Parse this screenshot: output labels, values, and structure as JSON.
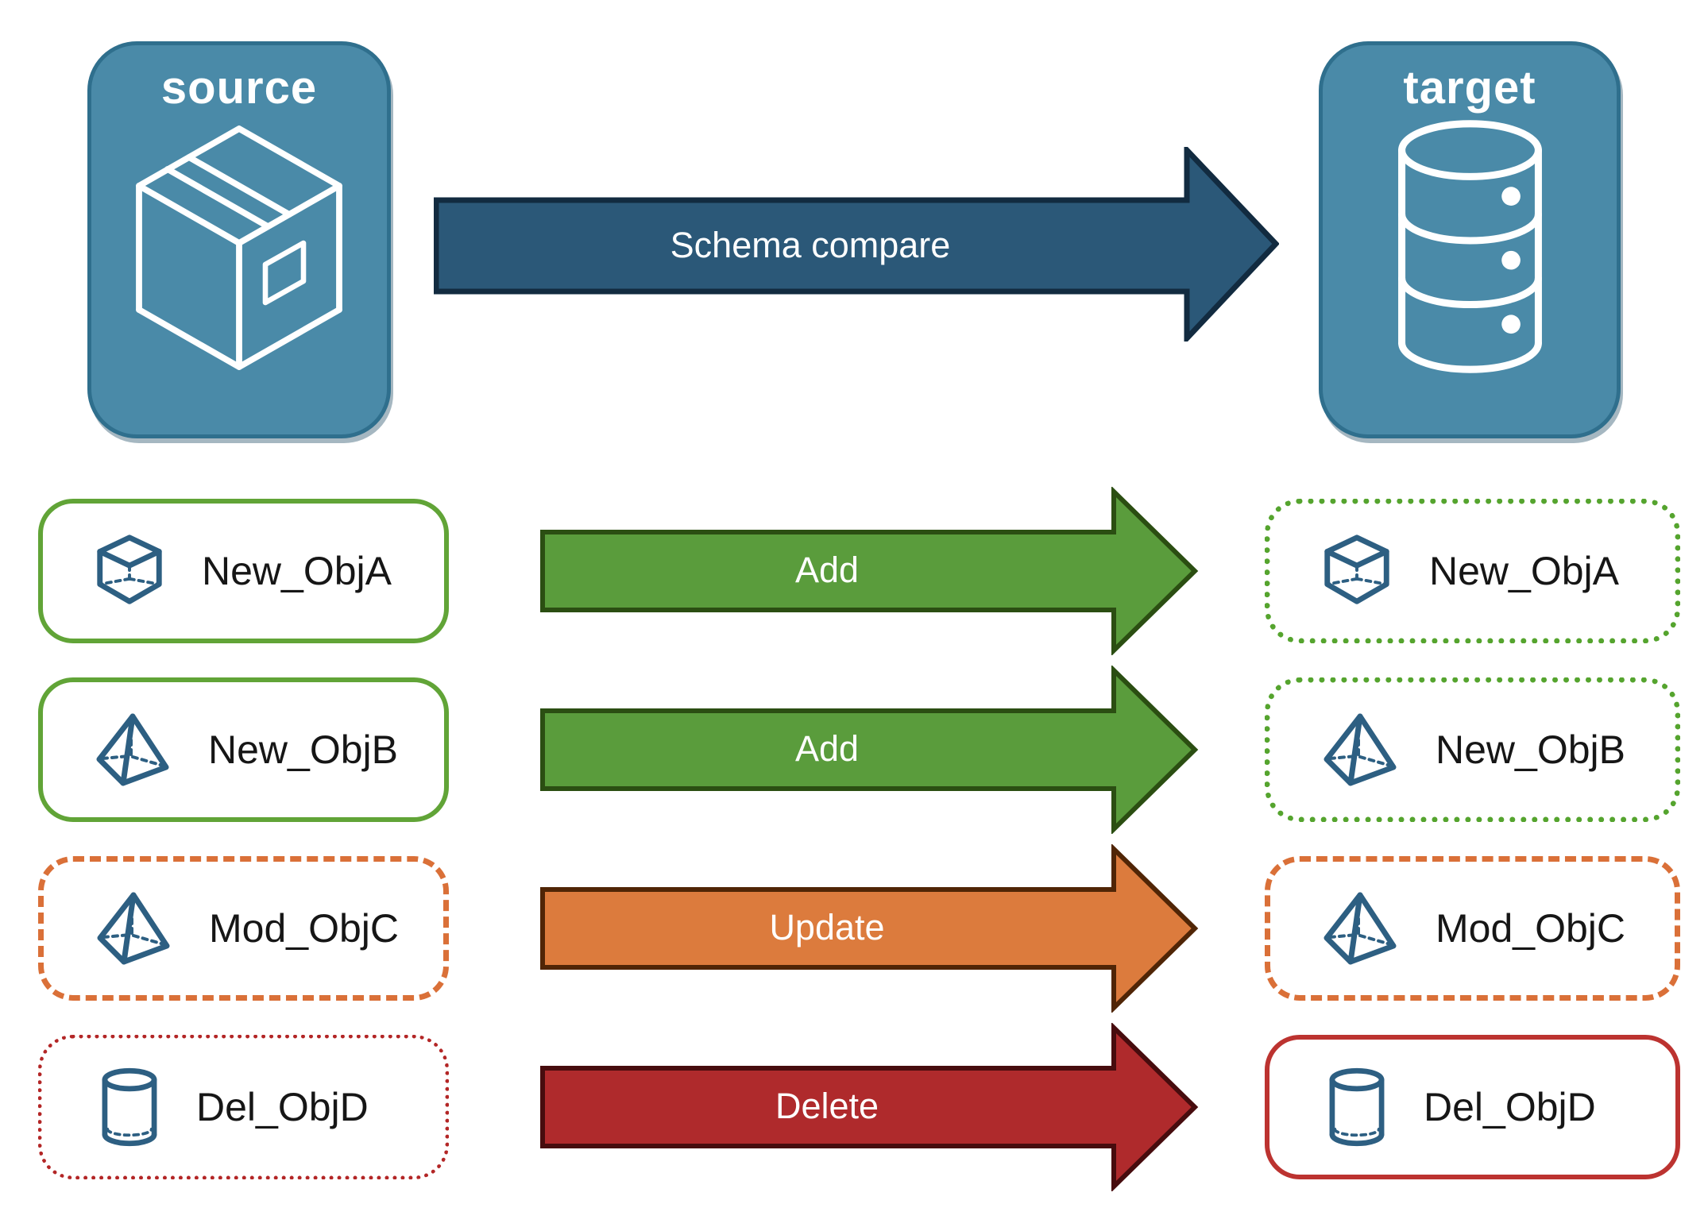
{
  "background": "#ffffff",
  "source_panel": {
    "title": "source",
    "icon": "package-box",
    "fill": "#4A8AA8",
    "border_color": "#2F6F8D"
  },
  "target_panel": {
    "title": "target",
    "icon": "database-stack",
    "fill": "#4A8AA8",
    "border_color": "#2F6F8D"
  },
  "main_arrow": {
    "label": "Schema compare",
    "fill": "#2B5878",
    "border_color": "#122B40"
  },
  "icon_color": "#2D5F82",
  "rows": [
    {
      "source": {
        "label": "New_ObjA",
        "icon": "cube",
        "border_style": "solid",
        "border_color": "#61A437"
      },
      "arrow": {
        "label": "Add",
        "fill": "#5A9C3C",
        "border_color": "#2B4E12"
      },
      "target": {
        "label": "New_ObjA",
        "icon": "cube",
        "border_style": "dotted",
        "border_color": "#55A42E"
      }
    },
    {
      "source": {
        "label": "New_ObjB",
        "icon": "pyramid",
        "border_style": "solid",
        "border_color": "#61A437"
      },
      "arrow": {
        "label": "Add",
        "fill": "#5A9C3C",
        "border_color": "#2B4E12"
      },
      "target": {
        "label": "New_ObjB",
        "icon": "pyramid",
        "border_style": "dotted",
        "border_color": "#55A42E"
      }
    },
    {
      "source": {
        "label": "Mod_ObjC",
        "icon": "pyramid",
        "border_style": "dashed",
        "border_color": "#DA7038"
      },
      "arrow": {
        "label": "Update",
        "fill": "#DC7B3D",
        "border_color": "#502506"
      },
      "target": {
        "label": "Mod_ObjC",
        "icon": "pyramid",
        "border_style": "dashed",
        "border_color": "#DA7038"
      }
    },
    {
      "source": {
        "label": "Del_ObjD",
        "icon": "cylinder",
        "border_style": "dotted",
        "border_color": "#B32626"
      },
      "arrow": {
        "label": "Delete",
        "fill": "#AF2A2C",
        "border_color": "#470C0E"
      },
      "target": {
        "label": "Del_ObjD",
        "icon": "cylinder",
        "border_style": "solid",
        "border_color": "#BC3330"
      }
    }
  ]
}
